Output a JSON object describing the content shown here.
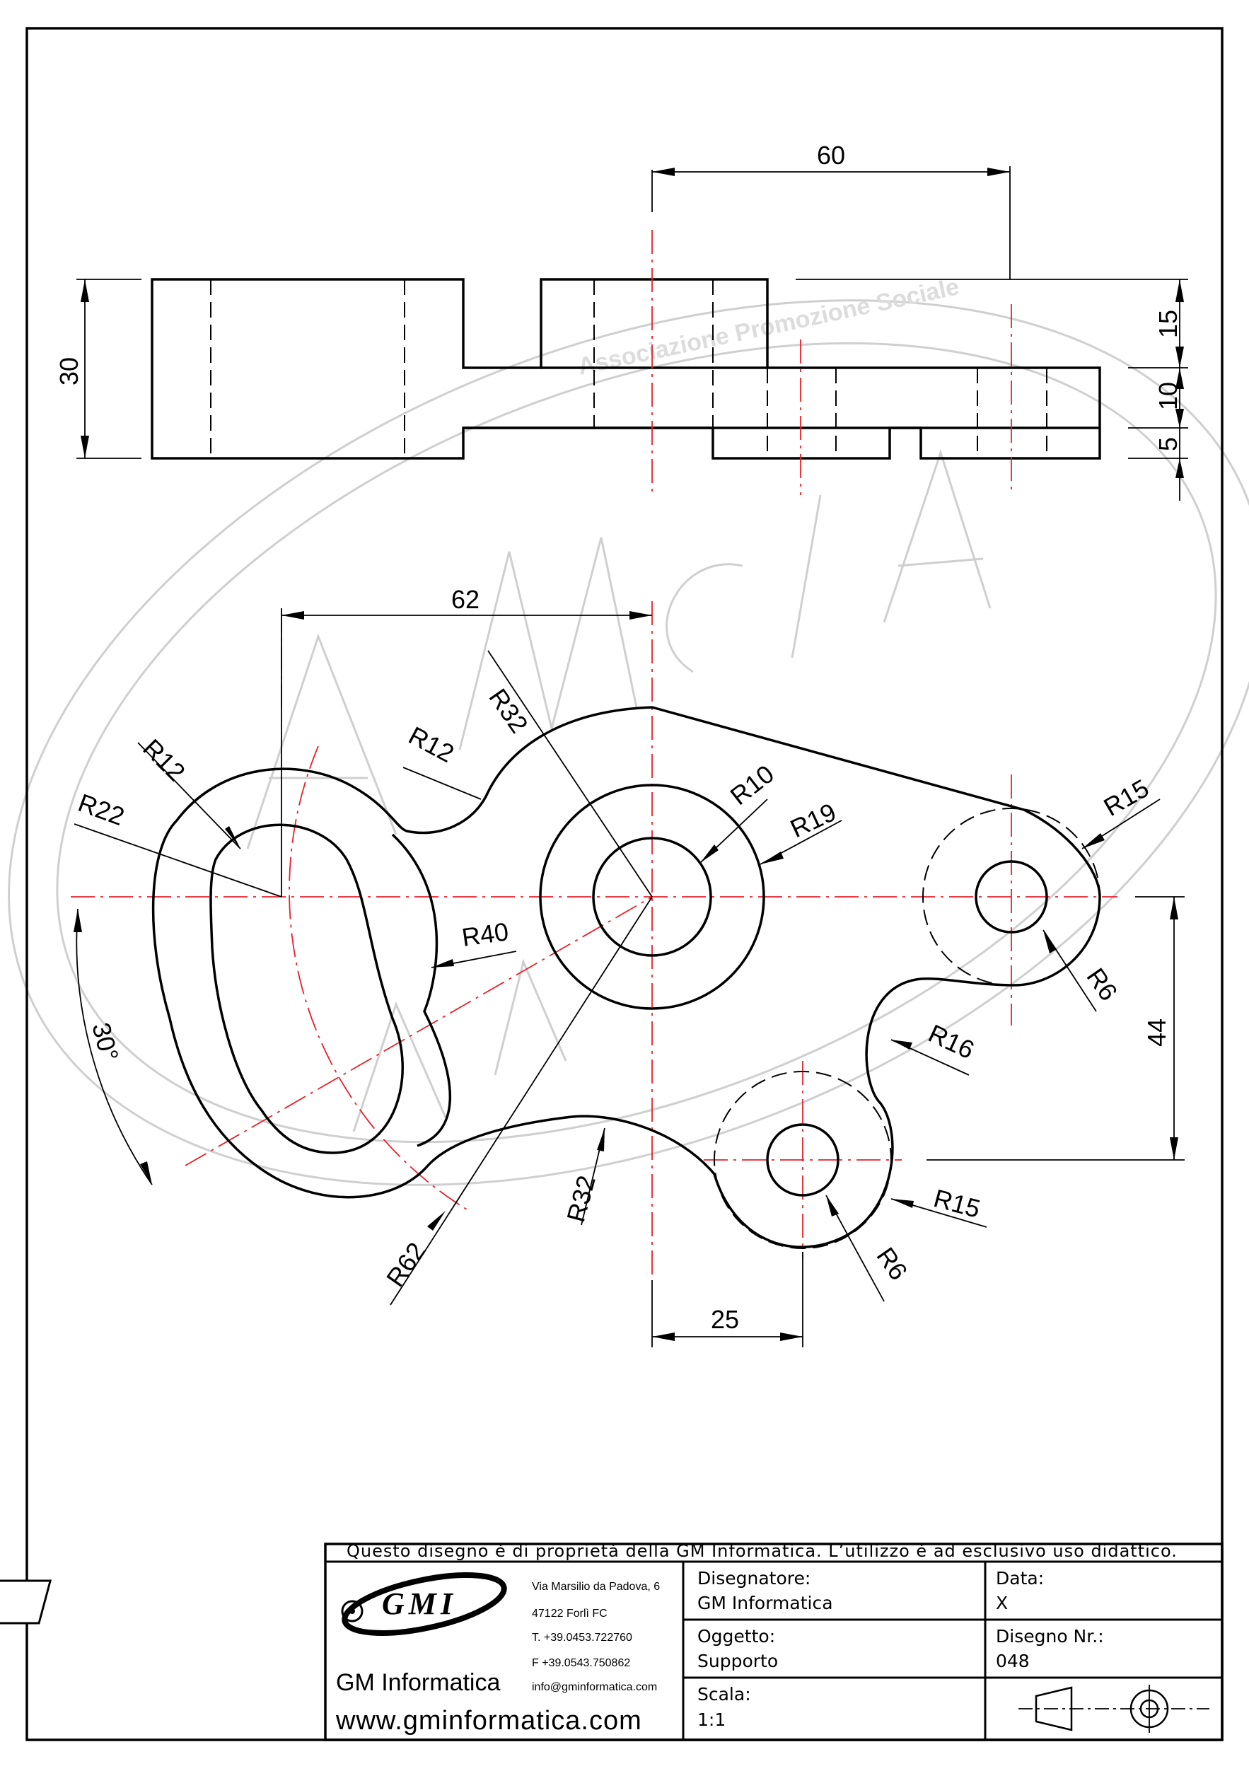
{
  "watermark": {
    "text": "Associazione Promozione Sociale"
  },
  "dimensions": {
    "d60": "60",
    "d30": "30",
    "d15": "15",
    "d10": "10",
    "d5": "5",
    "d62": "62",
    "d44": "44",
    "d25": "25",
    "ang30": "30°",
    "r32a": "R32",
    "r12a": "R12",
    "r12b": "R12",
    "r22": "R22",
    "r10": "R10",
    "r19": "R19",
    "r40": "R40",
    "r15a": "R15",
    "r6a": "R6",
    "r16": "R16",
    "r32b": "R32",
    "r62": "R62",
    "r15b": "R15",
    "r6b": "R6"
  },
  "title_block": {
    "notice": "Questo disegno è di proprietà della GM Informatica. L’utilizzo è ad esclusivo uso didattico.",
    "company": {
      "logo_text": "GMI",
      "name": "GM Informatica",
      "website": "www.gminformatica.com",
      "address1": "Via Marsilio da Padova, 6",
      "address2": "47122  Forlì  FC",
      "phone": "T. +39.0453.722760",
      "fax": "F +39.0543.750862",
      "email": "info@gminformatica.com"
    },
    "designer_label": "Disegnatore:",
    "designer_value": "GM  Informatica",
    "object_label": "Oggetto:",
    "object_value": "Supporto",
    "scale_label": "Scala:",
    "scale_value": "1:1",
    "date_label": "Data:",
    "date_value": "X",
    "drawing_label": "Disegno  Nr.:",
    "drawing_value": "048"
  }
}
